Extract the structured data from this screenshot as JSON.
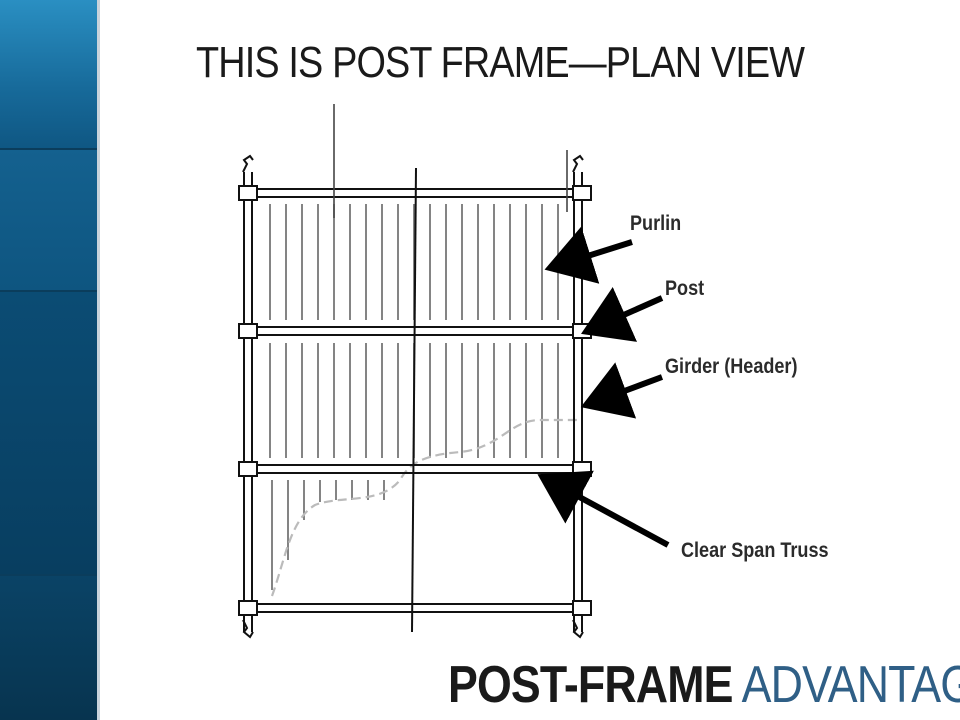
{
  "title": "THIS IS POST FRAME—PLAN VIEW",
  "labels": {
    "purlin": "Purlin",
    "post": "Post",
    "girder": "Girder (Header)",
    "truss": "Clear Span Truss"
  },
  "brand": {
    "bold": "POST-FRAME",
    "light": "ADVANTAGE"
  },
  "colors": {
    "sidebar_dark": "#0b3d5c",
    "sidebar_light": "#2a8fc2",
    "brand_accent": "#2f5f86",
    "ink": "#1a1a1a"
  }
}
